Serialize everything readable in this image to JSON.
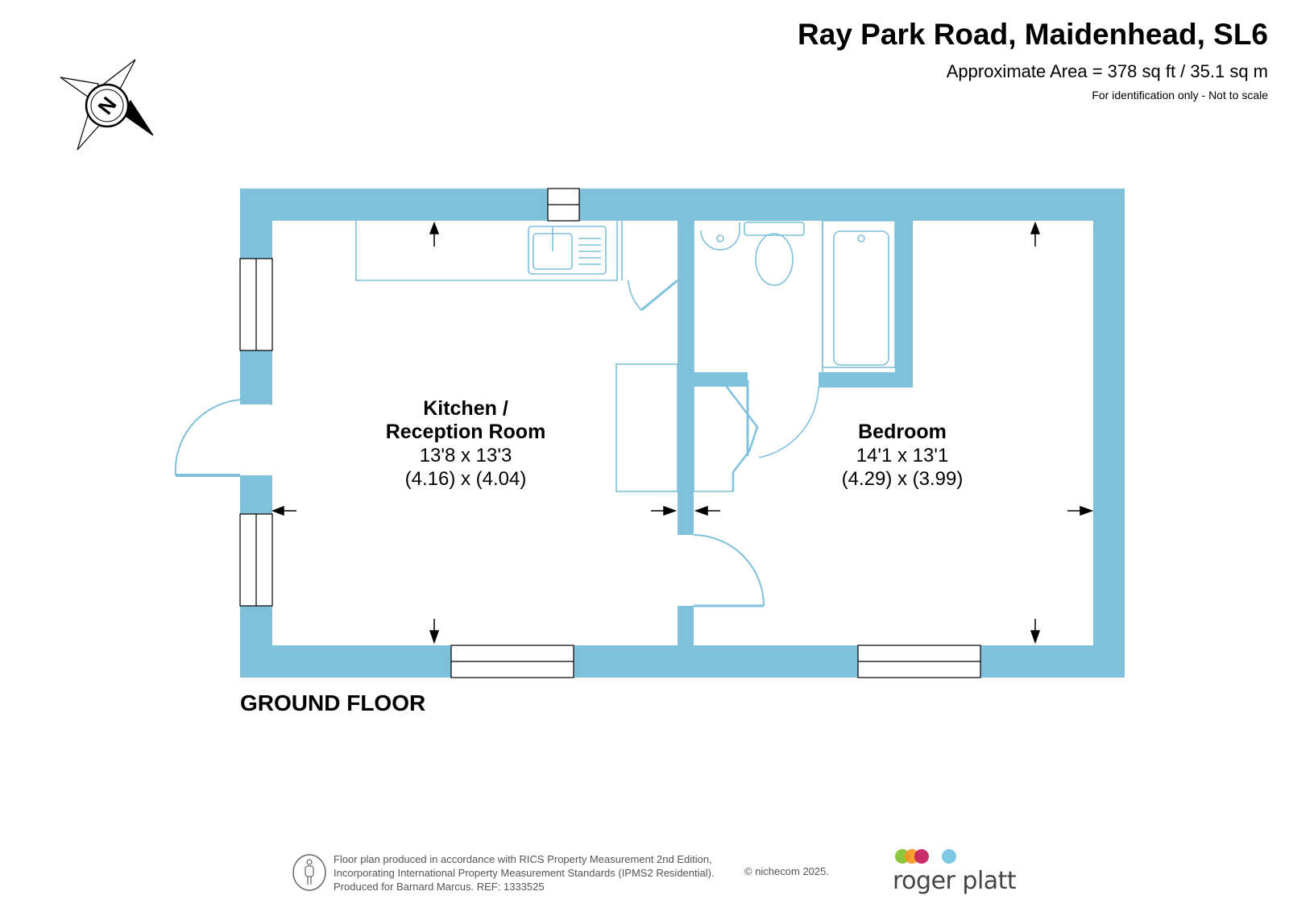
{
  "header": {
    "title": "Ray Park Road, Maidenhead, SL6",
    "area": "Approximate Area = 378 sq ft / 35.1 sq m",
    "note": "For identification only - Not to scale"
  },
  "compass": {
    "letter": "N"
  },
  "floor": {
    "label": "GROUND FLOOR"
  },
  "rooms": [
    {
      "name_line1": "Kitchen /",
      "name_line2": "Reception Room",
      "imperial": "13'8 x 13'3",
      "metric": "(4.16) x (4.04)"
    },
    {
      "name": "Bedroom",
      "imperial": "14'1 x 13'1",
      "metric": "(4.29) x (3.99)"
    }
  ],
  "footer": {
    "line1": "Floor plan produced in accordance with RICS Property Measurement 2nd Edition,",
    "line2": "Incorporating International Property Measurement Standards (IPMS2 Residential).",
    "line3": "Produced for Barnard Marcus.   REF:  1333525",
    "copyright": "© nichecom 2025."
  },
  "brand": {
    "name": "roger platt",
    "dot_colors": [
      "#8cc63f",
      "#f7941d",
      "#c2185b",
      "#7ec8e3"
    ]
  },
  "colors": {
    "wall": "#7fc0da",
    "fixture": "#7fc0da"
  }
}
